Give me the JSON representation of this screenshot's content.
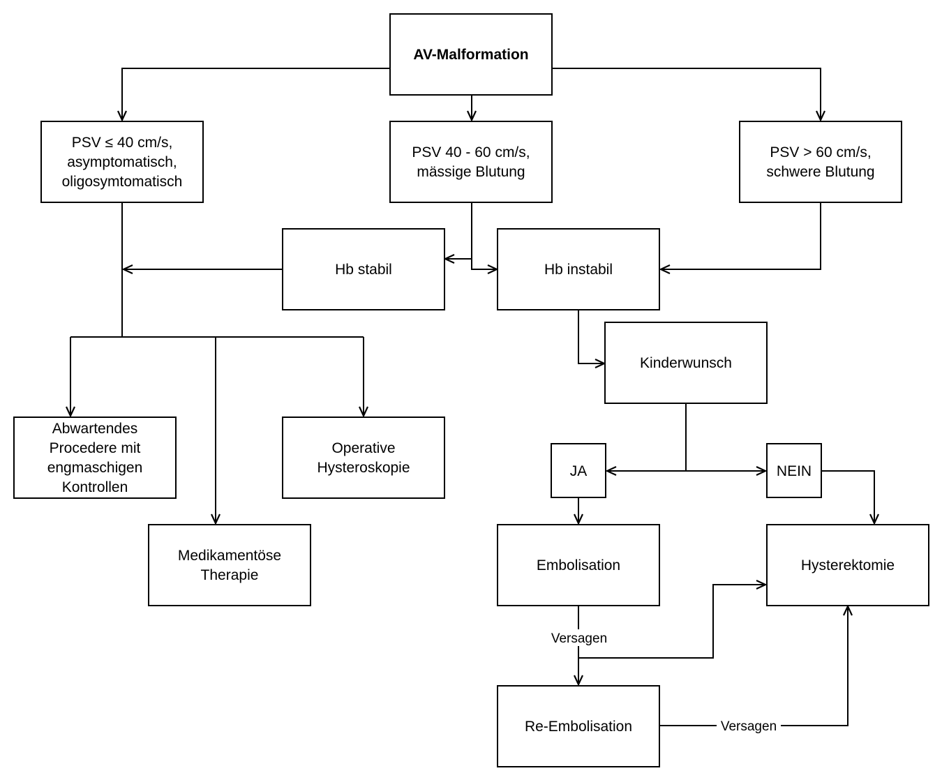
{
  "nodes": {
    "av_malformation": [
      "AV-Malformation"
    ],
    "psv_low": [
      "PSV ≤ 40 cm/s,",
      "asymptomatisch,",
      "oligosymtomatisch"
    ],
    "psv_mid": [
      "PSV 40 - 60 cm/s,",
      "mässige Blutung"
    ],
    "psv_high": [
      "PSV > 60 cm/s,",
      "schwere Blutung"
    ],
    "hb_stabil": [
      "Hb stabil"
    ],
    "hb_instabil": [
      "Hb instabil"
    ],
    "kinderwunsch": [
      "Kinderwunsch"
    ],
    "abwartendes": [
      "Abwartendes",
      "Procedere mit",
      "engmaschigen",
      "Kontrollen"
    ],
    "medikamentoese": [
      "Medikamentöse",
      "Therapie"
    ],
    "operative": [
      "Operative",
      "Hysteroskopie"
    ],
    "ja": [
      "JA"
    ],
    "nein": [
      "NEIN"
    ],
    "embolisation": [
      "Embolisation"
    ],
    "hysterektomie": [
      "Hysterektomie"
    ],
    "re_embolisation": [
      "Re-Embolisation"
    ]
  },
  "edge_labels": {
    "versagen_1": "Versagen",
    "versagen_2": "Versagen"
  }
}
